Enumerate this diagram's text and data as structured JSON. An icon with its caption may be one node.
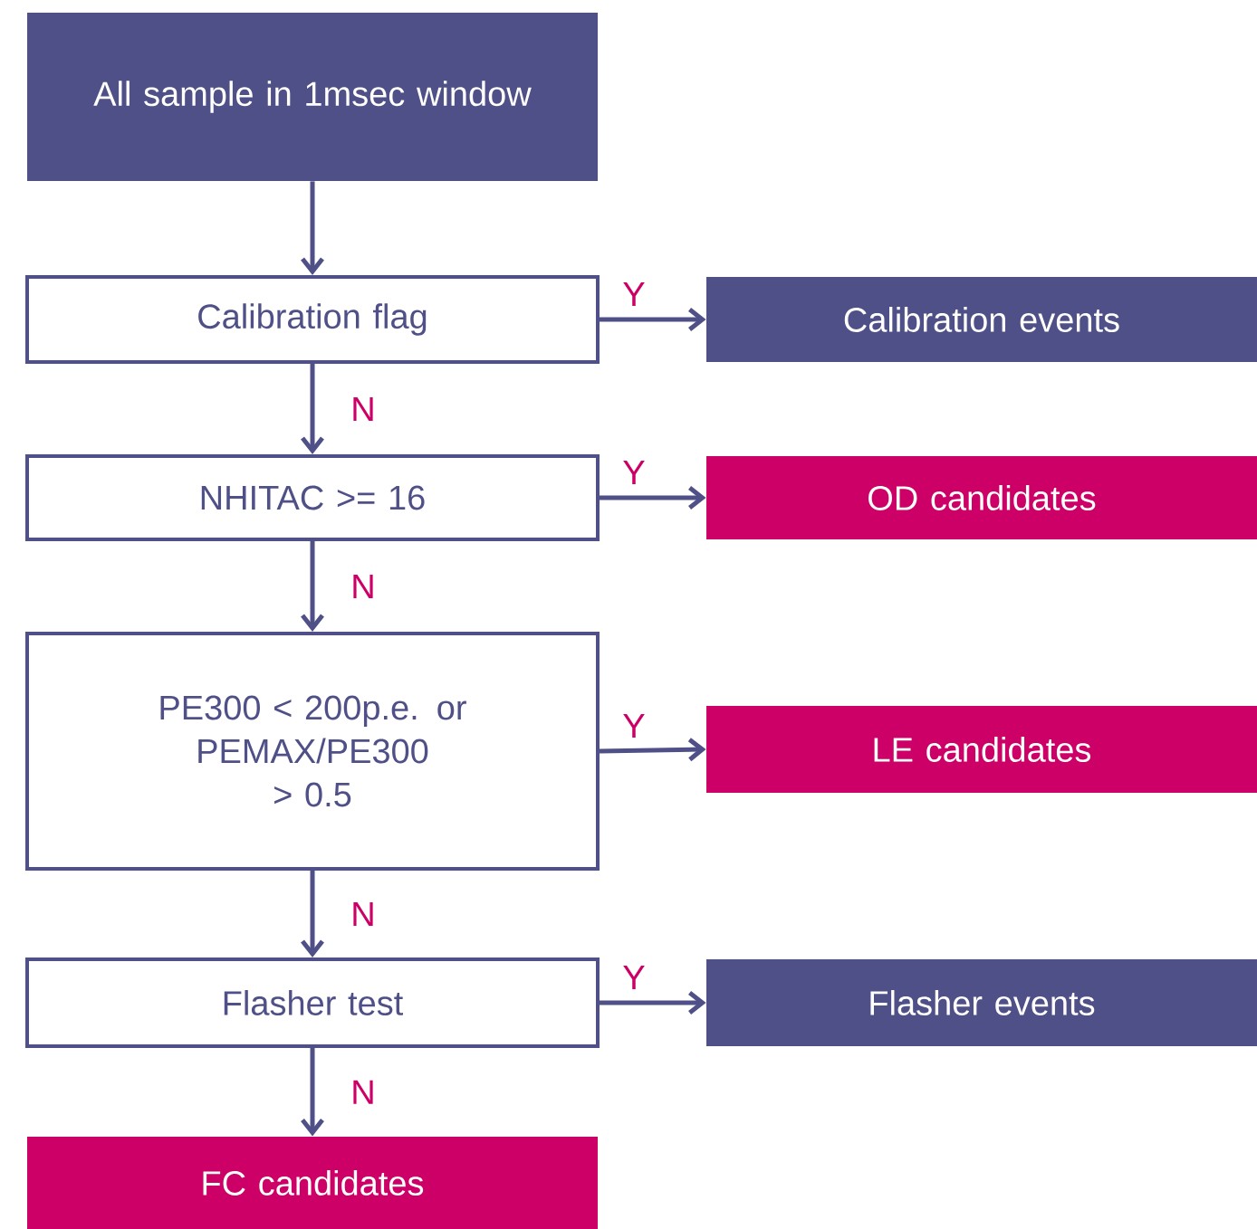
{
  "diagram": {
    "nodes": [
      {
        "text": [
          "All sample in 1msec window"
        ]
      },
      {
        "text": [
          "Calibration flag"
        ]
      },
      {
        "text": [
          "Calibration events"
        ]
      },
      {
        "text": [
          "NHITAC >= 16"
        ]
      },
      {
        "text": [
          "OD candidates"
        ]
      },
      {
        "text": [
          "PE300 < 200p.e. or PEMAX/PE300 > 0.5"
        ]
      },
      {
        "text": [
          "LE candidates"
        ]
      },
      {
        "text": [
          "Flasher test"
        ]
      },
      {
        "text": [
          "Flasher events"
        ]
      },
      {
        "text": [
          "FC candidates"
        ]
      }
    ],
    "edges": [
      {
        "from": 0,
        "to": 1,
        "arrow": "to"
      },
      {
        "from": 1,
        "to": 2,
        "arrow": "to",
        "label": "Y"
      },
      {
        "from": 1,
        "to": 3,
        "arrow": "to",
        "label": "N"
      },
      {
        "from": 3,
        "to": 4,
        "arrow": "to",
        "label": "Y"
      },
      {
        "from": 3,
        "to": 5,
        "arrow": "to",
        "label": "N"
      },
      {
        "from": 5,
        "to": 6,
        "arrow": "to",
        "label": "Y"
      },
      {
        "from": 5,
        "to": 7,
        "arrow": "to",
        "label": "N"
      },
      {
        "from": 7,
        "to": 8,
        "arrow": "to",
        "label": "Y"
      },
      {
        "from": 7,
        "to": 9,
        "arrow": "to",
        "label": "N"
      }
    ]
  }
}
